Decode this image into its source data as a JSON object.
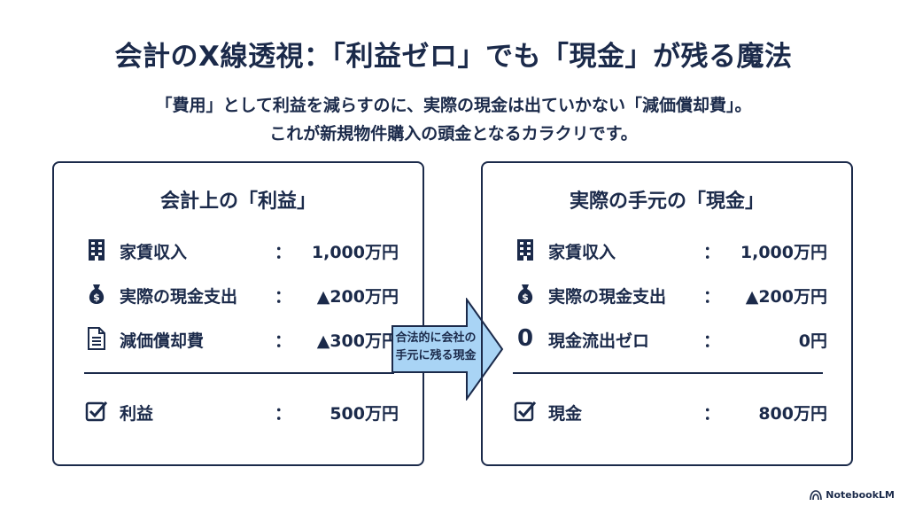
{
  "title": "会計のX線透視：「利益ゼロ」でも「現金」が残る魔法",
  "subtitle_line1": "「費用」として利益を減らすのに、実際の現金は出ていかない「減価償却費」。",
  "subtitle_line2": "これが新規物件購入の頭金となるカラクリです。",
  "left_panel": {
    "title": "会計上の「利益」",
    "rows": [
      {
        "icon": "building-icon",
        "label": "家賃収入",
        "colon": "：",
        "value": "1,000万円"
      },
      {
        "icon": "money-bag-icon",
        "label": "実際の現金支出",
        "colon": "：",
        "value": "▲200万円"
      },
      {
        "icon": "document-icon",
        "label": "減価償却費",
        "colon": "：",
        "value": "▲300万円"
      }
    ],
    "total": {
      "icon": "checkbox-icon",
      "label": "利益",
      "colon": "：",
      "value": "500万円"
    }
  },
  "right_panel": {
    "title": "実際の手元の「現金」",
    "rows": [
      {
        "icon": "building-icon",
        "label": "家賃収入",
        "colon": "：",
        "value": "1,000万円"
      },
      {
        "icon": "money-bag-icon",
        "label": "実際の現金支出",
        "colon": "：",
        "value": "▲200万円"
      },
      {
        "icon": "zero-icon",
        "icon_text": "0",
        "label": "現金流出ゼロ",
        "colon": "：",
        "value": "0円"
      }
    ],
    "total": {
      "icon": "checkbox-icon",
      "label": "現金",
      "colon": "：",
      "value": "800万円"
    }
  },
  "arrow": {
    "line1": "合法的に会社の",
    "line2": "手元に残る現金"
  },
  "footer": {
    "brand": "NotebookLM"
  },
  "colors": {
    "primary": "#1b2a4a",
    "arrow_fill": "#a9d4f5",
    "arrow_stroke": "#1b2a4a"
  }
}
